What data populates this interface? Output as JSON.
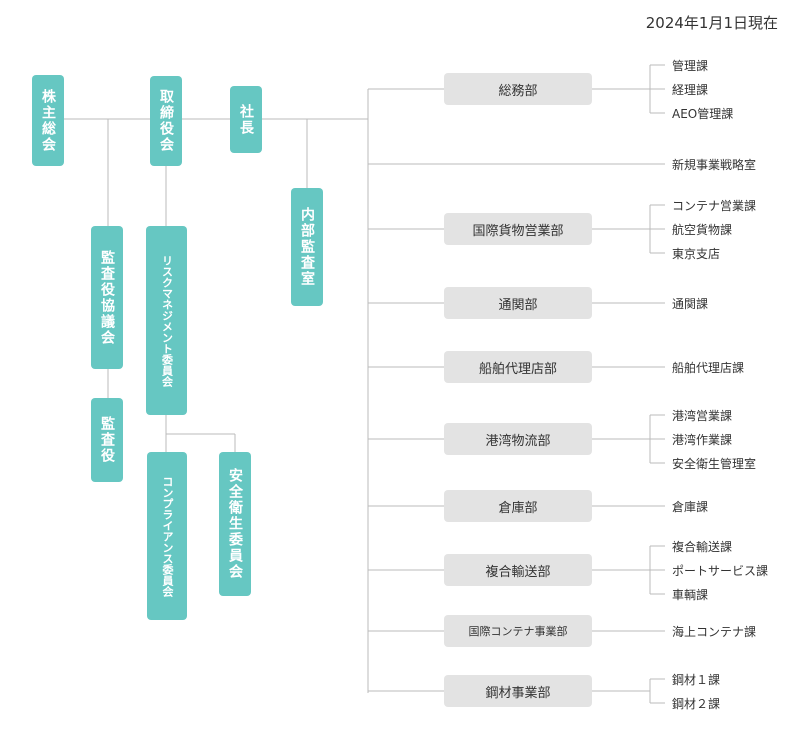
{
  "date": "2024年1月1日現在",
  "left_boxes": {
    "shareholders": "株主総会",
    "board": "取締役会",
    "president": "社長",
    "internal_audit": "内部監査室",
    "audit_council": "監査役協議会",
    "auditor": "監査役",
    "risk_committee": "リスクマネジメント委員会",
    "compliance_committee": "コンプライアンス委員会",
    "safety_committee": "安全衛生委員会"
  },
  "departments": [
    {
      "name": "総務部",
      "sections": [
        "管理課",
        "経理課",
        "AEO管理課"
      ]
    },
    {
      "name": "",
      "sections": [
        "新規事業戦略室"
      ]
    },
    {
      "name": "国際貨物営業部",
      "sections": [
        "コンテナ営業課",
        "航空貨物課",
        "東京支店"
      ]
    },
    {
      "name": "通関部",
      "sections": [
        "通関課"
      ]
    },
    {
      "name": "船舶代理店部",
      "sections": [
        "船舶代理店課"
      ]
    },
    {
      "name": "港湾物流部",
      "sections": [
        "港湾営業課",
        "港湾作業課",
        "安全衛生管理室"
      ]
    },
    {
      "name": "倉庫部",
      "sections": [
        "倉庫課"
      ]
    },
    {
      "name": "複合輸送部",
      "sections": [
        "複合輸送課",
        "ポートサービス課",
        "車輌課"
      ]
    },
    {
      "name": "国際コンテナ事業部",
      "sections": [
        "海上コンテナ課"
      ]
    },
    {
      "name": "鋼材事業部",
      "sections": [
        "鋼材１課",
        "鋼材２課"
      ]
    }
  ]
}
